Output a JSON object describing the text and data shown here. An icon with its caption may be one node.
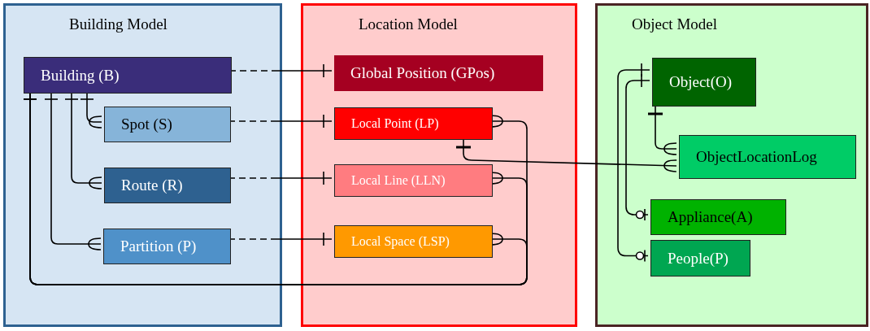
{
  "diagram": {
    "nodes": [
      {
        "text": [
          "Building Model"
        ]
      },
      {
        "text": [
          "Building (B)"
        ],
        "in": 0
      },
      {
        "text": [
          "Spot (S)"
        ],
        "in": 0
      },
      {
        "text": [
          "Route (R)"
        ],
        "in": 0
      },
      {
        "text": [
          "Partition (P)"
        ],
        "in": 0
      },
      {
        "text": [
          "Location Model"
        ]
      },
      {
        "text": [
          "Global Position (GPos)"
        ],
        "in": 5
      },
      {
        "text": [
          "Local Point (LP)"
        ],
        "in": 5
      },
      {
        "text": [
          "Local Line  (LLN)"
        ],
        "in": 5
      },
      {
        "text": [
          "Local Space  (LSP)"
        ],
        "in": 5
      },
      {
        "text": [
          "Object Model"
        ]
      },
      {
        "text": [
          "Object(O)"
        ],
        "in": 10
      },
      {
        "text": [
          "ObjectLocationLog"
        ],
        "in": 10
      },
      {
        "text": [
          "Appliance(A)"
        ],
        "in": 10
      },
      {
        "text": [
          "People(P)"
        ],
        "in": 10
      }
    ],
    "edges": [
      {
        "from": 1,
        "to": 2,
        "arrow": "other"
      },
      {
        "from": 1,
        "to": 3,
        "arrow": "other"
      },
      {
        "from": 1,
        "to": 4,
        "arrow": "other"
      },
      {
        "from": 1,
        "to": 6,
        "arrow": "other",
        "style": "dashed"
      },
      {
        "from": 2,
        "to": 7,
        "arrow": "other",
        "style": "dashed"
      },
      {
        "from": 3,
        "to": 8,
        "arrow": "other",
        "style": "dashed"
      },
      {
        "from": 4,
        "to": 9,
        "arrow": "other",
        "style": "dashed"
      },
      {
        "from": 1,
        "to": 7,
        "arrow": "other"
      },
      {
        "from": 1,
        "to": 8,
        "arrow": "other"
      },
      {
        "from": 1,
        "to": 9,
        "arrow": "other"
      },
      {
        "from": 7,
        "to": 12,
        "arrow": "other"
      },
      {
        "from": 11,
        "to": 12,
        "arrow": "other"
      },
      {
        "from": 11,
        "to": 13,
        "arrow": "other"
      },
      {
        "from": 11,
        "to": 14,
        "arrow": "other"
      }
    ]
  }
}
